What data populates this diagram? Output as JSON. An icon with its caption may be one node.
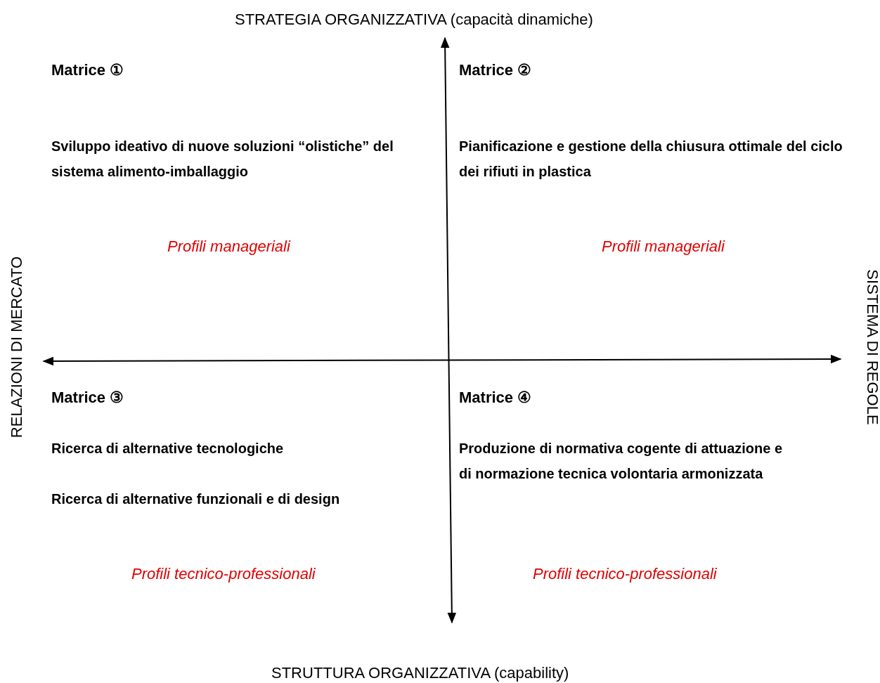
{
  "diagram": {
    "labels": [
      "STRATEGIA ORGANIZZATIVA (capacità dinamiche)",
      "Matrice ①",
      "Matrice ②",
      "Sviluppo ideativo di nuove soluzioni “olistiche” del sistema alimento-imballaggio",
      "Pianificazione e gestione della chiusura ottimale del ciclo dei rifiuti in plastica",
      "RELAZIONI DI MERCATO",
      "Profili manageriali",
      "Profili manageriali",
      "SISTEMA DI REGOLE",
      "Matrice ③",
      "Matrice ④",
      "Ricerca di alternative tecnologiche",
      "Produzione di normativa cogente di attuazione e di normazione tecnica volontaria armonizzata",
      "Ricerca di alternative funzionali e di design",
      "Profili tecnico-professionali",
      "Profili tecnico-professionali",
      "STRUTTURA ORGANIZZATIVA (capability)"
    ]
  }
}
